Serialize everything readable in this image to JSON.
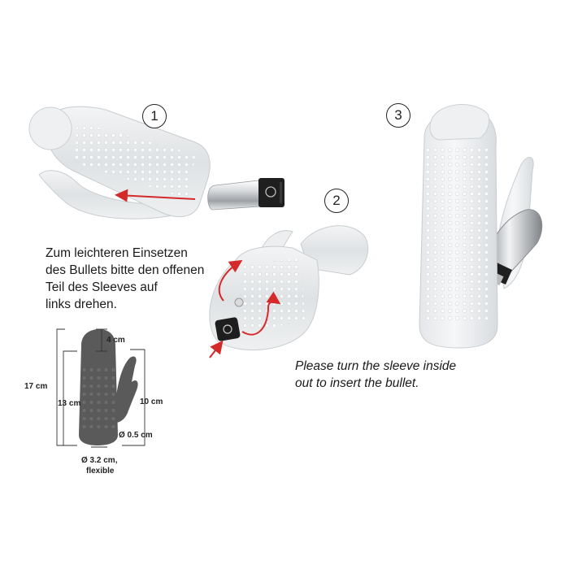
{
  "steps": [
    "1",
    "2",
    "3"
  ],
  "instruction_de": [
    "Zum leichteren Einsetzen",
    "des Bullets bitte den offenen",
    "Teil des Sleeves auf",
    "links drehen."
  ],
  "instruction_en": [
    "Please turn the sleeve inside",
    "out to insert the bullet."
  ],
  "dimensions": {
    "total_length": "17 cm",
    "insertable_length": "13 cm",
    "tip_length": "4 cm",
    "clit_arm_length": "10 cm",
    "opening_diameter": "Ø 0.5 cm",
    "diameter": "Ø 3.2 cm,",
    "flexibility": "flexible"
  },
  "colors": {
    "arrow": "#d42a2a",
    "sleeve": "#e6e8ea",
    "dimension_product": "#5a5a5a",
    "text": "#1a1a1a"
  }
}
